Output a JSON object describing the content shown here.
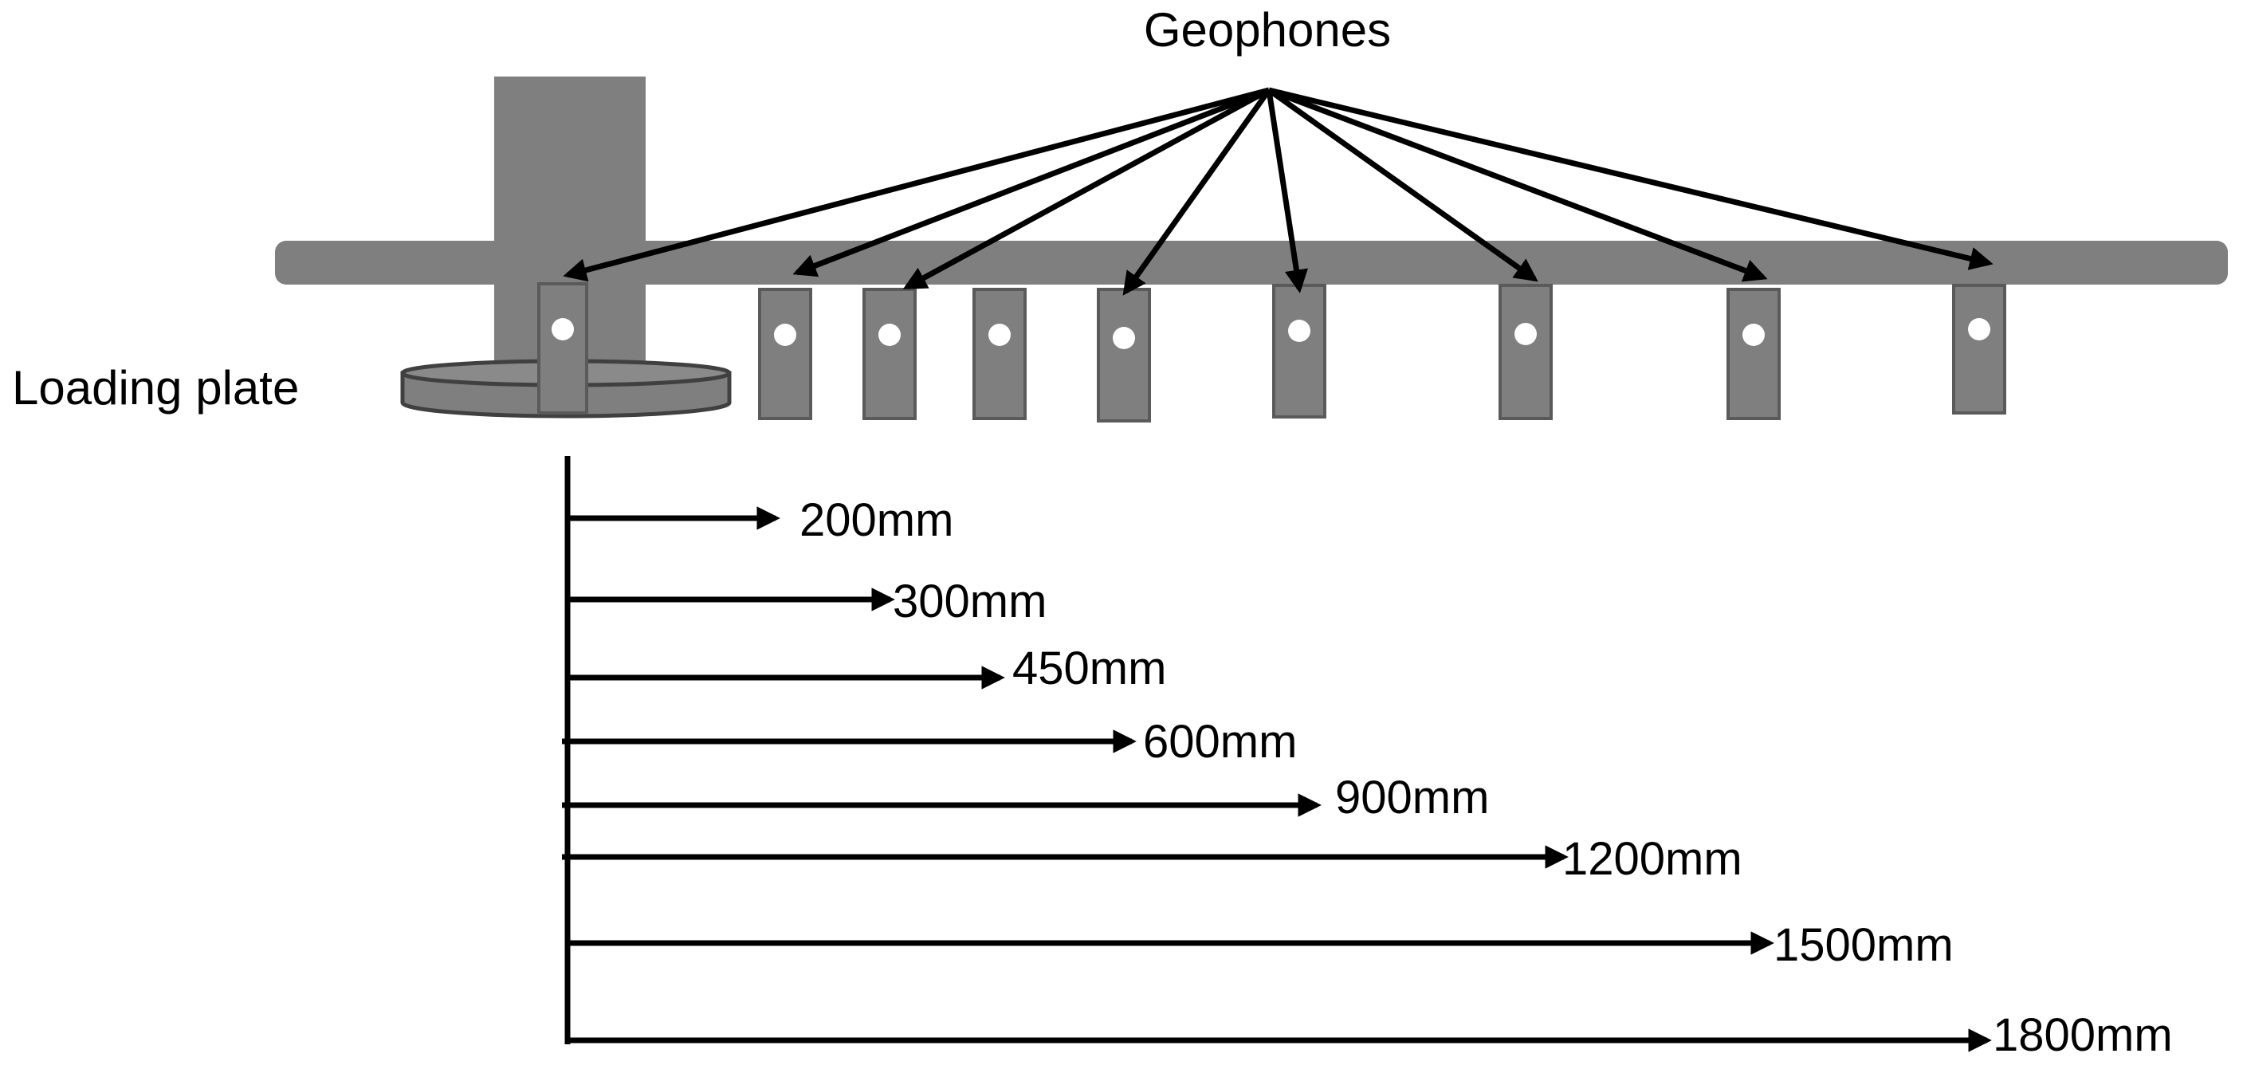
{
  "labels": {
    "geophones": "Geophones",
    "loading_plate": "Loading plate"
  },
  "offsets": [
    "200mm",
    "300mm",
    "450mm",
    "600mm",
    "900mm",
    "1200mm",
    "1500mm",
    "1800mm"
  ],
  "colors": {
    "equipment": "#7f7f7f",
    "equipment_edge": "#5a5a5a",
    "plate_edge": "#404040",
    "sensor_hole": "#ffffff",
    "arrow": "#000000"
  }
}
